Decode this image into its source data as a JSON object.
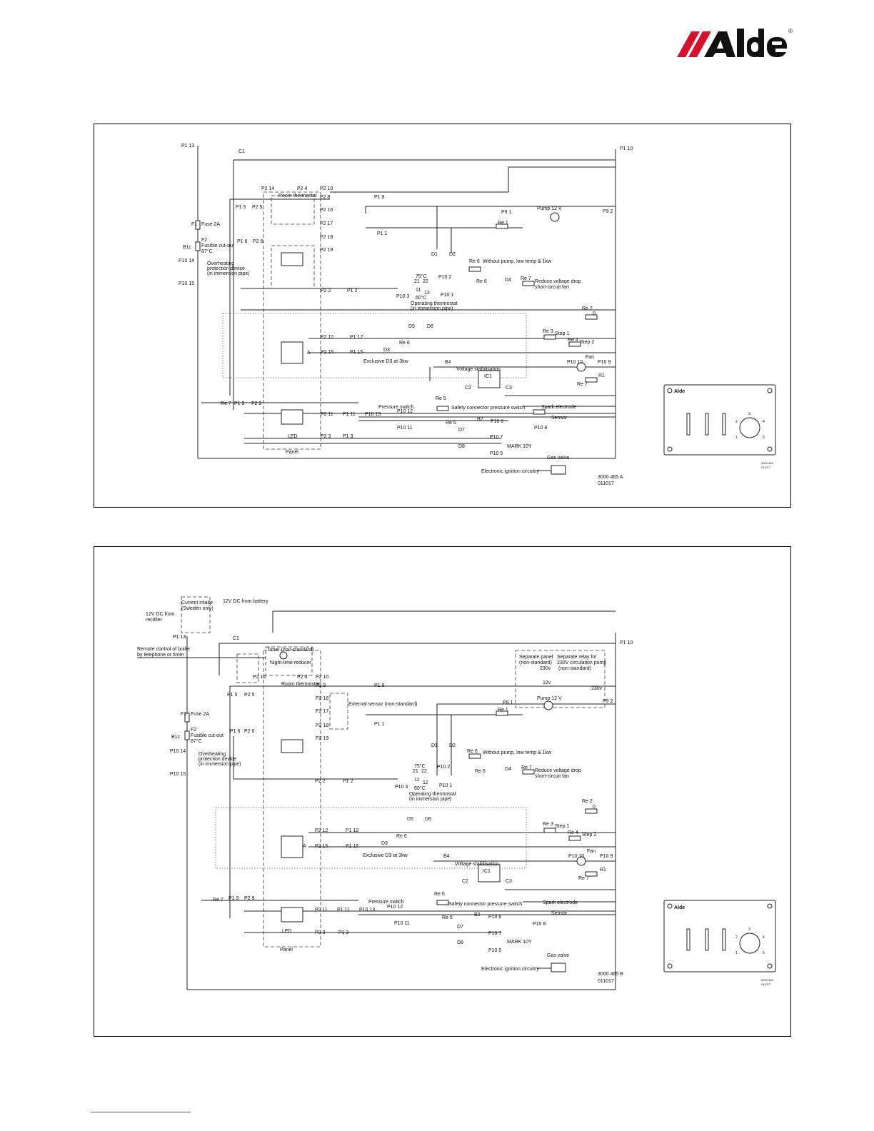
{
  "brand": {
    "logo_text": "Alde",
    "registered": "®",
    "accent_color": "#d9102a"
  },
  "diagram_a": {
    "labels": {
      "p1_13": "P1 13",
      "c1": "C1",
      "p1_10": "P1 10",
      "p2_14": "P2 14",
      "p2_4": "P2 4",
      "p2_10": "P2 10",
      "p2_8": "P2 8",
      "p1_8": "P1 8",
      "p1_5": "P1 5",
      "p2_5": "P2 5",
      "room_thermostat": "Room thermostat",
      "p2_16": "P2 16",
      "p2_17": "P2 17",
      "p2_18": "P2 18",
      "p2_19": "P2 19",
      "f1": "F1",
      "fuse": "Fuse 2A",
      "f2": "F2",
      "b1c": "B1c",
      "fusible": "Fusible cut-out",
      "temp_87": "87°C",
      "p1_6": "P1 6",
      "p2_6": "P2 6",
      "p10_14": "P10 14",
      "overheat1": "Overheating",
      "overheat2": "protection device",
      "overheat3": "(in immersion pipe)",
      "p10_15": "P10 15",
      "p9_1": "P9 1",
      "pump": "Pump 12 V",
      "p9_2": "P9 2",
      "re1": "Re 1",
      "p1_1": "P1 1",
      "d1": "D1",
      "d2": "D2",
      "re6a": "Re 6",
      "without_pump": "Without pump, low temp & 1kw",
      "t75": "75°C",
      "n21": "21",
      "n22": "22",
      "p10_2": "P10 2",
      "d4": "D4",
      "re7a": "Re 7",
      "reduce1": "Reduce voltage drop",
      "reduce2": "short-circuit fan",
      "re6b": "Re 6",
      "p2_2": "P2 2",
      "p1_2": "P1 2",
      "p10_3": "P10 3",
      "n11": "11",
      "n12": "12",
      "t60": "60°C",
      "p10_1": "P10 1",
      "op1": "Operating thermostat",
      "op2": "(in immersion pipe)",
      "re2": "Re 2",
      "n0": "0",
      "d5": "D5",
      "d6": "D6",
      "re3": "Re 3",
      "step1": "Step 1",
      "p2_12": "P2 12",
      "p1_12": "P1 12",
      "re4": "Re 4",
      "step2": "Step 2",
      "re6c": "Re 6",
      "d3": "D3",
      "p2_15": "P2 15",
      "p1_15": "P1 15",
      "exclusive": "Exclusive D3 at 3kw",
      "a": "A",
      "b4": "B4",
      "voltage": "Voltage stabilisation",
      "ic1": "IC1",
      "c2": "C2",
      "c3": "C3",
      "fan": "Fan",
      "p10_10": "P10 10",
      "p10_9": "P10 9",
      "r1": "R1",
      "re7b": "Re 7",
      "re7c": "Re 7",
      "p1_9": "P1 9",
      "p2_9": "P2 9",
      "re5a": "Re 5",
      "pressure": "Pressure switch",
      "safety": "Safety connector pressure switch",
      "spark": "Spark electrode",
      "p2_11": "P2 11",
      "p1_11": "P1 11",
      "p10_13": "P10 13",
      "p10_12": "P10 12",
      "p10_11": "P10 11",
      "re5b": "Re 5",
      "b2": "B2",
      "p10_6": "P10 6",
      "sensor": "Sensor",
      "p10_8": "P10 8",
      "led": "LED",
      "p2_3": "P2 3",
      "p1_3": "P1 3",
      "d7": "D7",
      "d8": "D8",
      "p10_7": "P10 7",
      "mark": "MARK 10Y",
      "panel": "Panel",
      "p10_5": "P10 5",
      "gas": "Gas valve",
      "electronic": "Electronic ignition circuitry",
      "ref": "3000 465 A",
      "date": "011017"
    }
  },
  "diagram_b": {
    "labels": {
      "current_intake": "Current intake",
      "sweden": "(Sweden only)",
      "battery": "12V DC from battery",
      "rectifier1": "12V DC from",
      "rectifier2": "rectifier",
      "p1_13": "P1 13",
      "c1": "C1",
      "p1_10": "P1 10",
      "remote1": "Remote control of boiler",
      "remote2": "by telephone or timer",
      "timer": "Timer (non-standard)",
      "night": "Night-time reducer",
      "p2_14": "P2 14",
      "p2_4": "P2 4",
      "p2_10": "P2 10",
      "p2_8": "P2 8",
      "p1_8": "P1 8",
      "p1_5": "P1 5",
      "p2_5": "P2 5",
      "room_thermostat": "Room thermostat",
      "p2_16": "P2 16",
      "p2_17": "P2 17",
      "p2_18": "P2 18",
      "p2_19": "P2 19",
      "external": "External sensor (non-standard)",
      "sep_panel1": "Separate panel",
      "sep_panel2": "(non-standard)",
      "v230": "230v",
      "sep_relay1": "Separate relay for",
      "sep_relay2": "230V circulation pump",
      "sep_relay3": "(non-standard)",
      "v12": "12v",
      "v230b": "230v",
      "p9_1": "P9 1",
      "pump": "Pump 12 V",
      "p9_2": "P9 2",
      "re1": "Re 1",
      "p1_1": "P1 1",
      "f1": "F1",
      "fuse": "Fuse 2A",
      "f2": "F2",
      "b1c": "B1c",
      "fusible": "Fusible cut-out",
      "temp_87": "87°C",
      "p1_6": "P1 6",
      "p2_6": "P2 6",
      "p10_14": "P10 14",
      "overheat1": "Overheating",
      "overheat2": "protection device",
      "overheat3": "(in immersion pipe)",
      "p10_15": "P10 15",
      "d1": "D1",
      "d2": "D2",
      "re6a": "Re 6",
      "without_pump": "Without pump, low temp & 1kw",
      "t75": "75°C",
      "n21": "21",
      "n22": "22",
      "p10_2": "P10 2",
      "d4": "D4",
      "re7a": "Re 7",
      "reduce1": "Reduce voltage drop",
      "reduce2": "short-circuit fan",
      "re6b": "Re 6",
      "p2_2": "P2 2",
      "p1_2": "P1 2",
      "p10_3": "P10 3",
      "n11": "11",
      "n12": "12",
      "t60": "60°C",
      "p10_1": "P10 1",
      "op1": "Operating thermostat",
      "op2": "(in immersion pipe)",
      "re2": "Re 2",
      "n0": "0",
      "d5": "D5",
      "d6": "D6",
      "re3": "Re 3",
      "step1": "Step 1",
      "p2_12": "P2 12",
      "p1_12": "P1 12",
      "re4": "Re 4",
      "step2": "Step 2",
      "re6c": "Re 6",
      "d3": "D3",
      "p2_15": "P2 15",
      "p1_15": "P1 15",
      "exclusive": "Exclusive D3 at 3kw",
      "a": "A",
      "b4": "B4",
      "voltage": "Voltage stabilisation",
      "ic1": "IC1",
      "c2": "C2",
      "c3": "C3",
      "fan": "Fan",
      "p10_10": "P10 10",
      "p10_9": "P10 9",
      "r1": "R1",
      "re7b": "Re 7",
      "re7c": "Re 7",
      "p1_9": "P1 9",
      "p2_9": "P2 9",
      "re5a": "Re 5",
      "pressure": "Pressure switch",
      "safety": "Safety connector pressure switch",
      "spark": "Spark electrode",
      "p2_11": "P2 11",
      "p1_11": "P1 11",
      "p10_13": "P10 13",
      "p10_12": "P10 12",
      "p10_11": "P10 11",
      "re5b": "Re 5",
      "b2": "B2",
      "p10_6": "P10 6",
      "sensor": "Sensor",
      "p10_8": "P10 8",
      "led": "LED",
      "p2_3": "P2 3",
      "p1_3": "P1 3",
      "d7": "D7",
      "d8": "D8",
      "p10_7": "P10 7",
      "mark": "MARK 10Y",
      "panel": "Panel",
      "p10_5": "P10 5",
      "gas": "Gas valve",
      "electronic": "Electronic ignition circuitry",
      "ref": "3000 465 B",
      "date": "011017"
    }
  },
  "control_panel": {
    "brand": "Alde",
    "dial_marks": [
      "1",
      "2",
      "3",
      "4",
      "5"
    ],
    "caption_code": "3000 465",
    "caption_date": "011017"
  }
}
